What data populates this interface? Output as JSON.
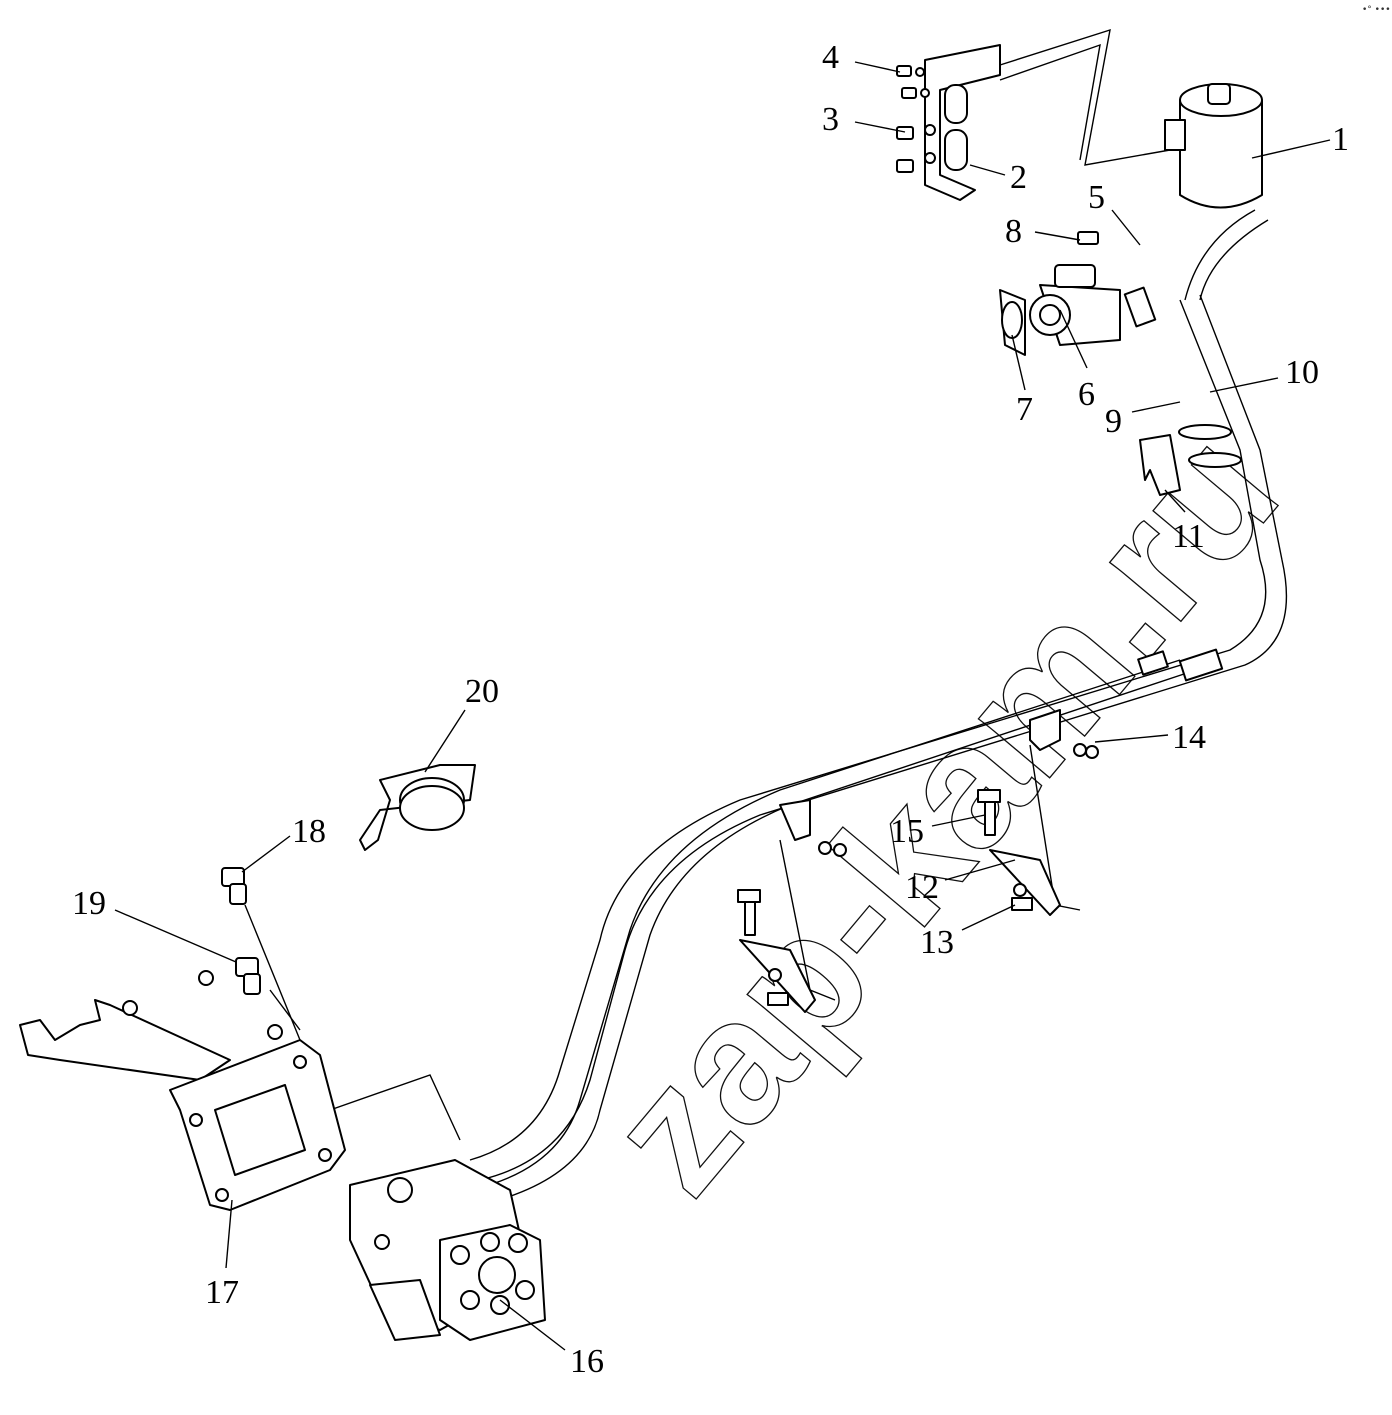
{
  "watermark": "zap-kam.ru",
  "corner_mark": "•° •••",
  "callouts": [
    "1",
    "2",
    "3",
    "4",
    "5",
    "6",
    "7",
    "8",
    "9",
    "10",
    "11",
    "12",
    "13",
    "14",
    "15",
    "16",
    "17",
    "18",
    "19",
    "20"
  ]
}
